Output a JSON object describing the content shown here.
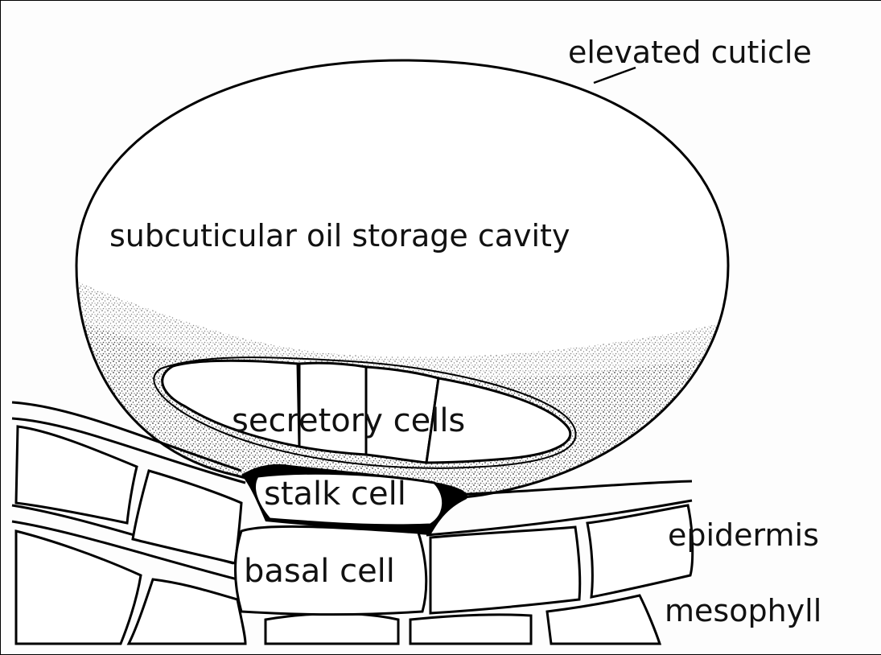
{
  "labels": {
    "elevated_cuticle": "elevated cuticle",
    "oil_cavity": "subcuticular oil storage cavity",
    "secretory_cells": "secretory cells",
    "stalk_cell": "stalk cell",
    "basal_cell": "basal cell",
    "epidermis": "epidermis",
    "mesophyll": "mesophyll"
  }
}
